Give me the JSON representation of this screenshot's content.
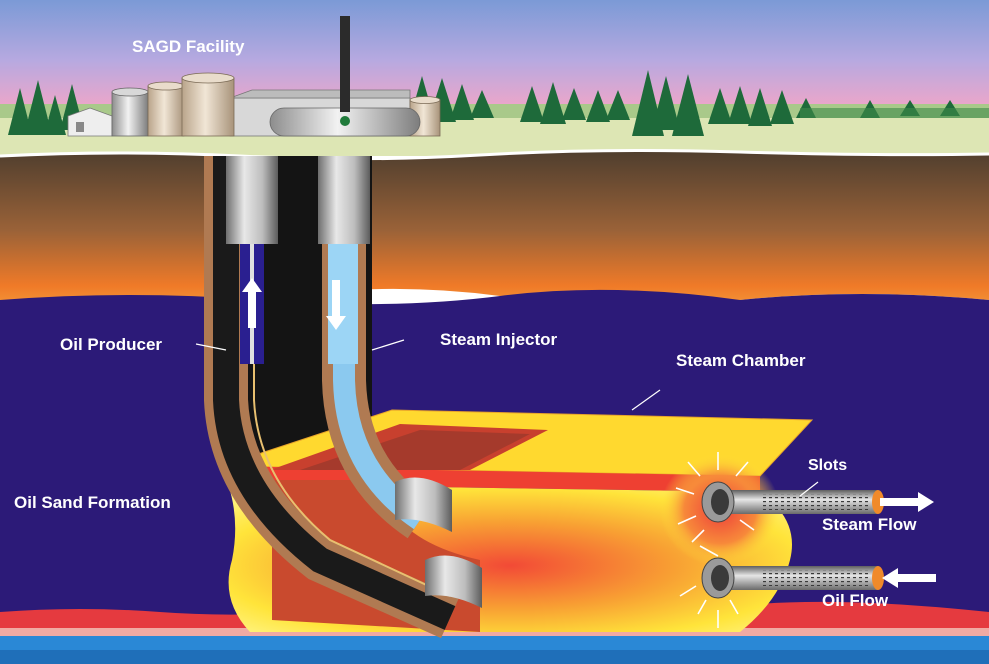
{
  "labels": {
    "facility": "SAGD Facility",
    "producer": "Oil Producer",
    "injector": "Steam Injector",
    "chamber": "Steam Chamber",
    "formation": "Oil Sand Formation",
    "slots": "Slots",
    "steam_flow": "Steam Flow",
    "oil_flow": "Oil Flow"
  },
  "colors": {
    "sky_top": "#7fa0d8",
    "sky_bottom": "#e7a7cf",
    "ground": "#d7e3b0",
    "overburden_top": "#574634",
    "overburden_bottom": "#f37a2a",
    "formation": "#2b1a78",
    "chamber_hot": "#f0493a",
    "chamber_warm": "#ffe83c",
    "steam_pipe": "#9cd5f5",
    "oil_pipe": "#3a1c94",
    "base_blue": "#2a88d6"
  },
  "icons": {
    "trees": "tree-icon",
    "tanks": "storage-tank-icon",
    "stack": "smokestack-icon",
    "arrows": "arrow-icon"
  }
}
